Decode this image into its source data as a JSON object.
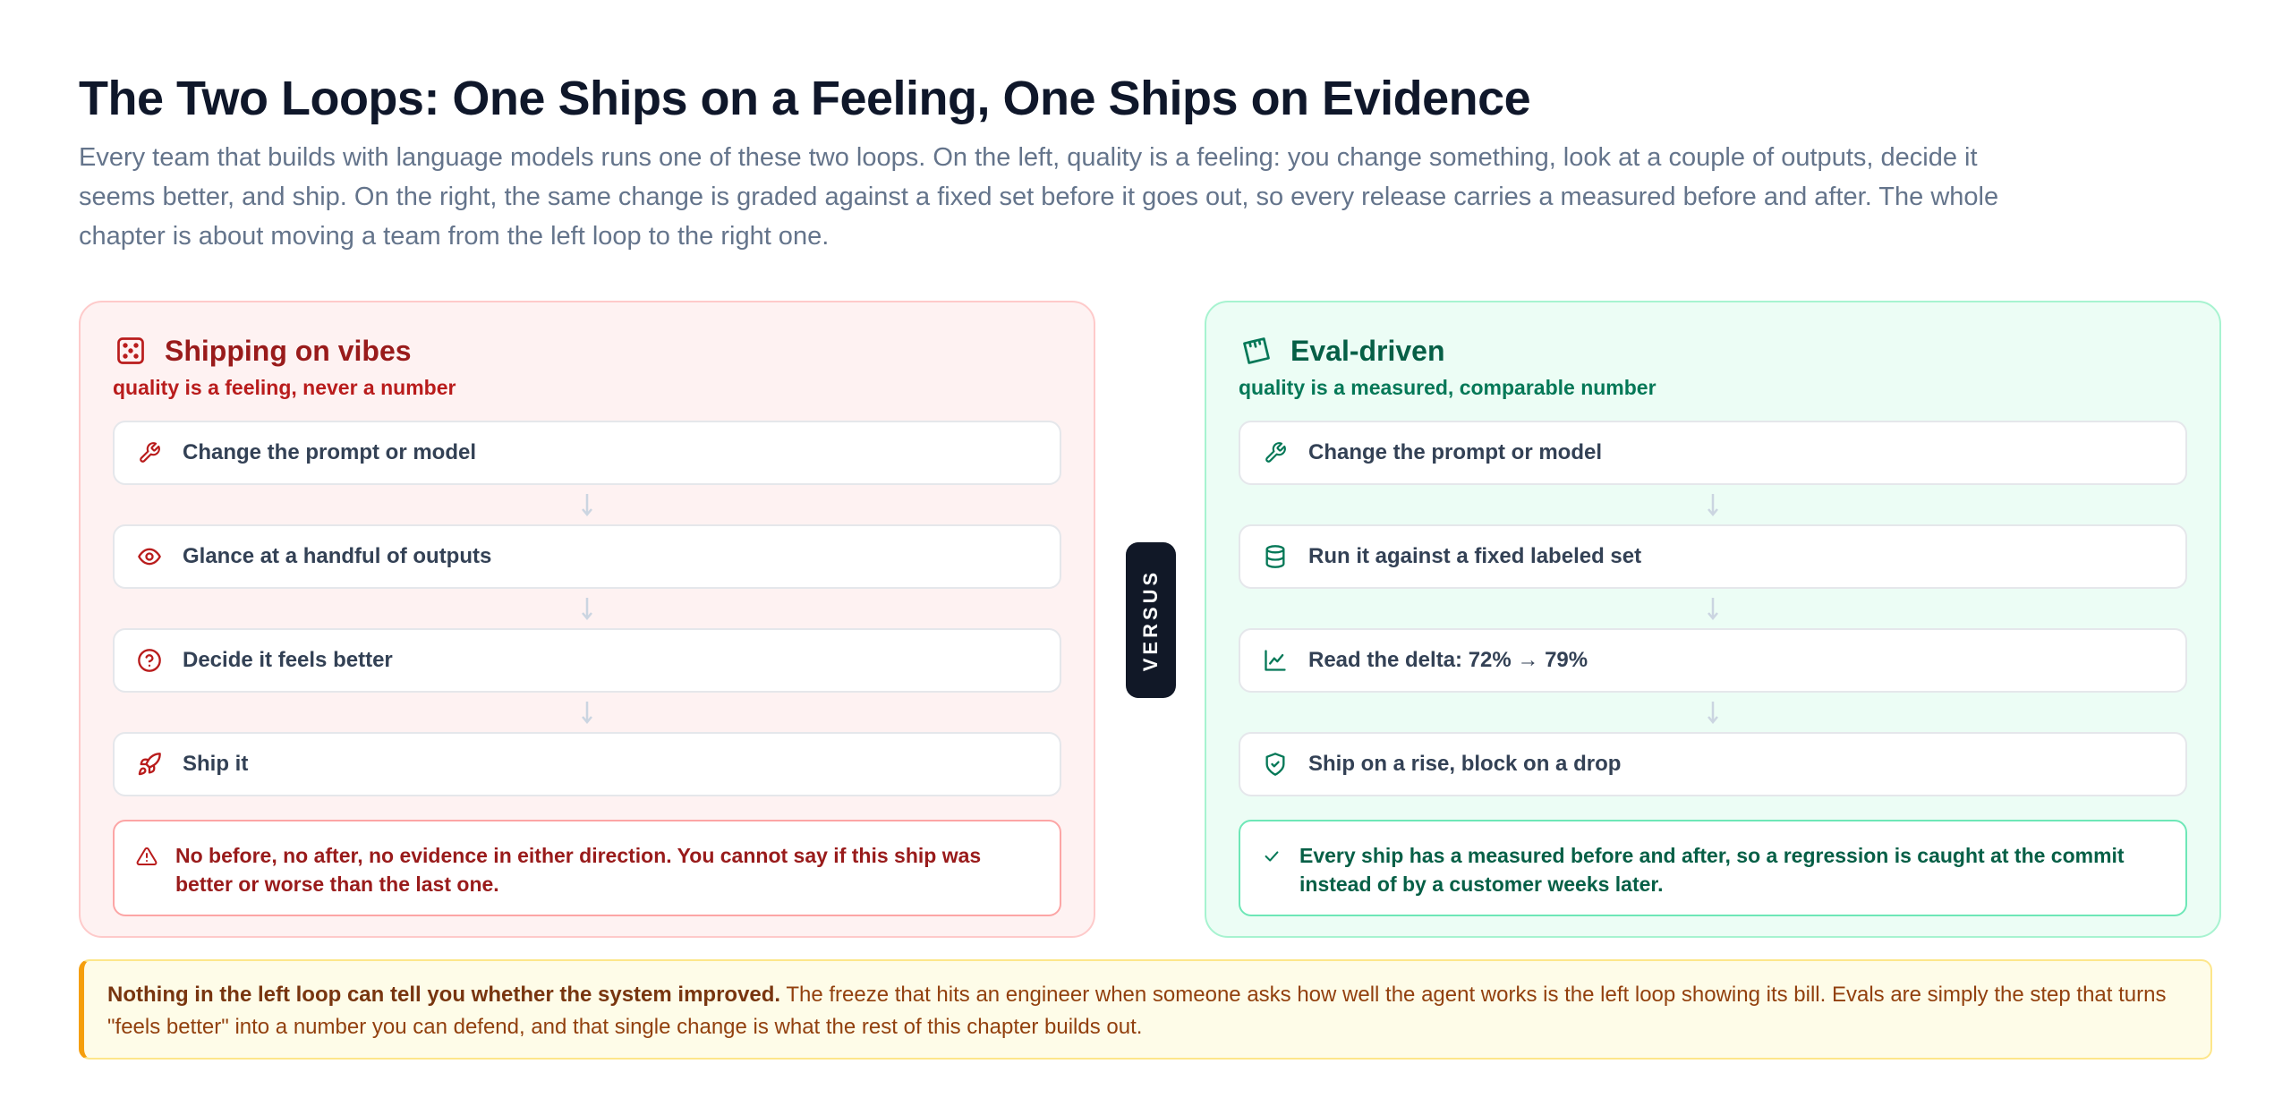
{
  "title": "The Two Loops: One Ships on a Feeling, One Ships on Evidence",
  "intro": "Every team that builds with language models runs one of these two loops. On the left, quality is a feeling: you change something, look at a couple of outputs, decide it seems better, and ship. On the right, the same change is graded against a fixed set before it goes out, so every release carries a measured before and after. The whole chapter is about moving a team from the left loop to the right one.",
  "left": {
    "title": "Shipping on vibes",
    "subtitle": "quality is a feeling, never a number",
    "icon": "dice-icon",
    "steps": [
      {
        "label": "Change the prompt or model",
        "icon": "wrench-icon"
      },
      {
        "label": "Glance at a handful of outputs",
        "icon": "eye-icon"
      },
      {
        "label": "Decide it feels better",
        "icon": "question-icon"
      },
      {
        "label": "Ship it",
        "icon": "rocket-icon"
      }
    ],
    "note": "No before, no after, no evidence in either direction. You cannot say if this ship was better or worse than the last one.",
    "note_icon": "warning-icon",
    "accent": "#b91c1c"
  },
  "versus": "VERSUS",
  "right": {
    "title": "Eval-driven",
    "subtitle": "quality is a measured, comparable number",
    "icon": "ruler-icon",
    "steps": [
      {
        "label": "Change the prompt or model",
        "icon": "wrench-icon"
      },
      {
        "label": "Run it against a fixed labeled set",
        "icon": "database-icon"
      },
      {
        "label": "Read the delta: 72% → 79%",
        "icon": "chart-icon"
      },
      {
        "label": "Ship on a rise, block on a drop",
        "icon": "shield-check-icon"
      }
    ],
    "note": "Every ship has a measured before and after, so a regression is caught at the commit instead of by a customer weeks later.",
    "note_icon": "check-icon",
    "accent": "#047857"
  },
  "callout": {
    "bold": "Nothing in the left loop can tell you whether the system improved.",
    "text": " The freeze that hits an engineer when someone asks how well the agent works is the left loop showing its bill. Evals are simply the step that turns \"feels better\" into a number you can defend, and that single change is what the rest of this chapter builds out."
  }
}
